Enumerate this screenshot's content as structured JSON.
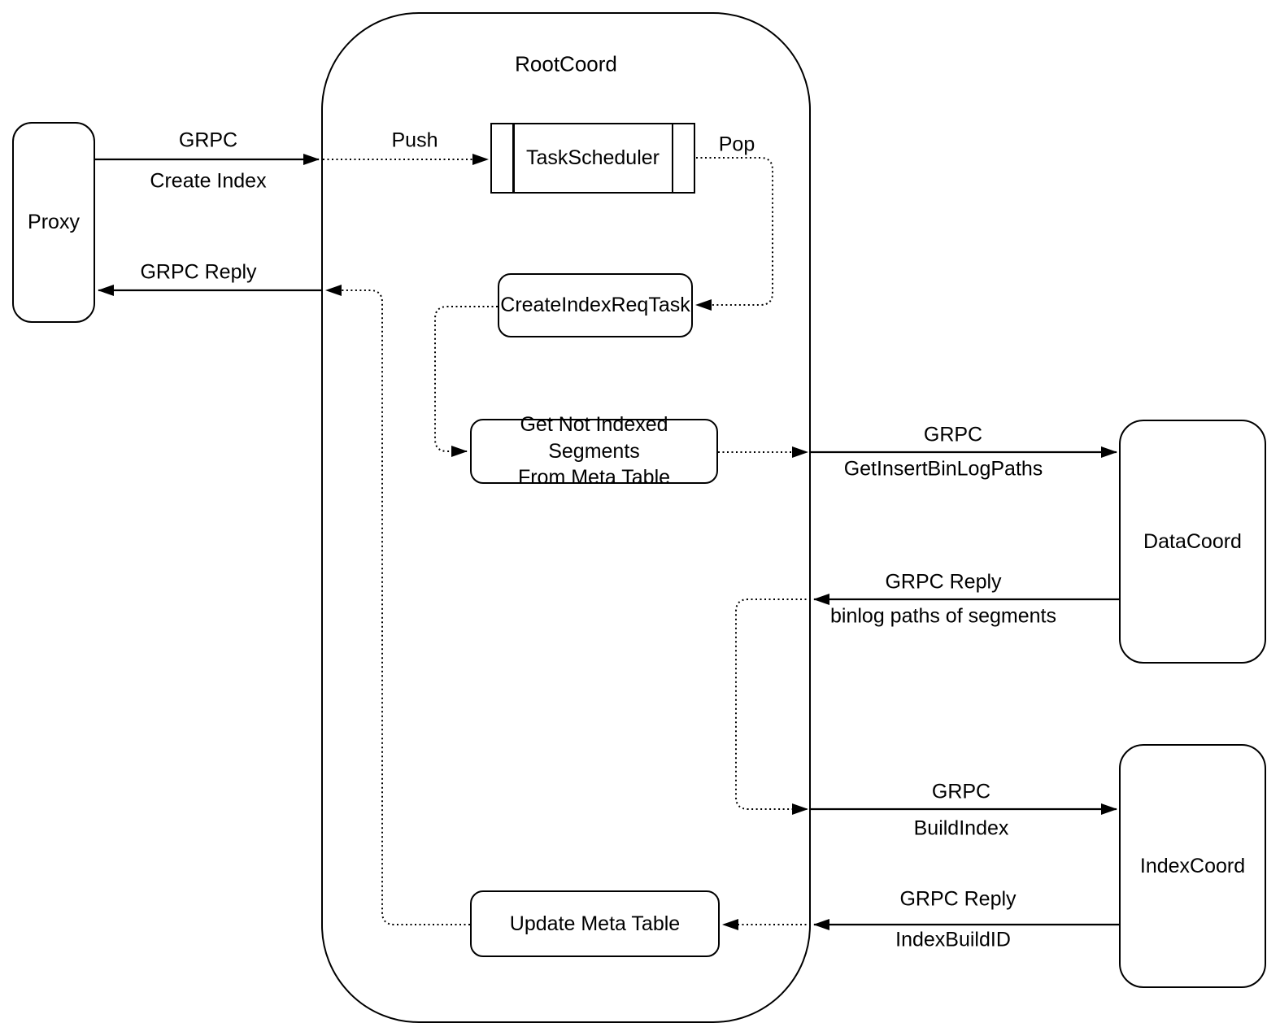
{
  "diagram": {
    "colors": {
      "stroke": "#000000",
      "background": "#ffffff",
      "node_fill": "#ffffff"
    },
    "nodes": {
      "proxy": {
        "label": "Proxy"
      },
      "rootcoord": {
        "label": "RootCoord"
      },
      "task_scheduler": {
        "label": "TaskScheduler"
      },
      "create_index_req_task": {
        "label": "CreateIndexReqTask"
      },
      "get_not_indexed": {
        "label_line1": "Get Not Indexed Segments",
        "label_line2": "From Meta Table"
      },
      "update_meta_table": {
        "label": "Update Meta Table"
      },
      "datacoord": {
        "label": "DataCoord"
      },
      "indexcoord": {
        "label": "IndexCoord"
      }
    },
    "edges": {
      "grpc_create_index": {
        "label1": "GRPC",
        "label2": "Create Index"
      },
      "push": {
        "label": "Push"
      },
      "pop": {
        "label": "Pop"
      },
      "grpc_reply_proxy": {
        "label": "GRPC Reply"
      },
      "grpc_get_insert": {
        "label1": "GRPC",
        "label2": "GetInsertBinLogPaths"
      },
      "grpc_reply_binlog": {
        "label1": "GRPC Reply",
        "label2": "binlog paths of segments"
      },
      "grpc_build_index": {
        "label1": "GRPC",
        "label2": "BuildIndex"
      },
      "grpc_reply_indexbuildid": {
        "label1": "GRPC Reply",
        "label2": "IndexBuildID"
      }
    }
  }
}
